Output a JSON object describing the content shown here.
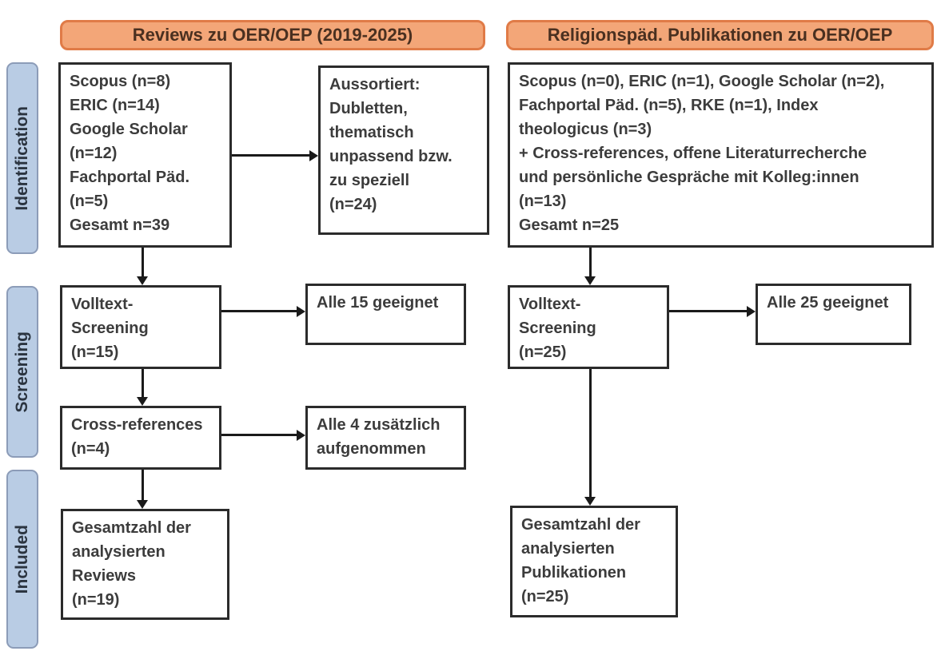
{
  "headers": {
    "left": "Reviews zu OER/OEP (2019-2025)",
    "right": "Religionspäd. Publikationen zu OER/OEP"
  },
  "stages": {
    "identification": "Identification",
    "screening": "Screening",
    "included": "Included"
  },
  "left_column": {
    "identification_box": [
      "Scopus (n=8)",
      "ERIC (n=14)",
      "Google Scholar",
      "(n=12)",
      "Fachportal Päd.",
      "(n=5)",
      "Gesamt n=39"
    ],
    "excluded_box": [
      "Aussortiert:",
      "Dubletten,",
      "thematisch",
      "unpassend bzw.",
      "zu speziell",
      "(n=24)"
    ],
    "fulltext_box": [
      "Volltext-",
      "Screening",
      "(n=15)"
    ],
    "fulltext_result_box": [
      "Alle 15 geeignet"
    ],
    "crossref_box": [
      "Cross-references",
      "(n=4)"
    ],
    "crossref_result_box": [
      "Alle 4 zusätzlich",
      "aufgenommen"
    ],
    "included_box": [
      "Gesamtzahl der",
      "analysierten",
      "Reviews",
      "(n=19)"
    ]
  },
  "right_column": {
    "identification_box": [
      "Scopus (n=0), ERIC (n=1), Google Scholar (n=2),",
      "Fachportal Päd. (n=5), RKE (n=1), Index",
      "theologicus (n=3)",
      "+ Cross-references, offene Literaturrecherche",
      "und persönliche Gespräche mit Kolleg:innen",
      "(n=13)",
      "Gesamt n=25"
    ],
    "fulltext_box": [
      "Volltext-",
      "Screening",
      "(n=25)"
    ],
    "fulltext_result_box": [
      "Alle 25 geeignet"
    ],
    "included_box": [
      "Gesamtzahl der",
      "analysierten",
      "Publikationen",
      "(n=25)"
    ]
  },
  "colors": {
    "header_fill": "#F3A678",
    "header_border": "#E07B47",
    "header_text": "#4A3020",
    "stage_fill": "#B9CCE4",
    "stage_border": "#8C9CB8",
    "stage_text": "#2B3440",
    "box_border": "#2B2B2B",
    "box_text": "#3C3C3C",
    "arrow": "#1A1A1A"
  }
}
